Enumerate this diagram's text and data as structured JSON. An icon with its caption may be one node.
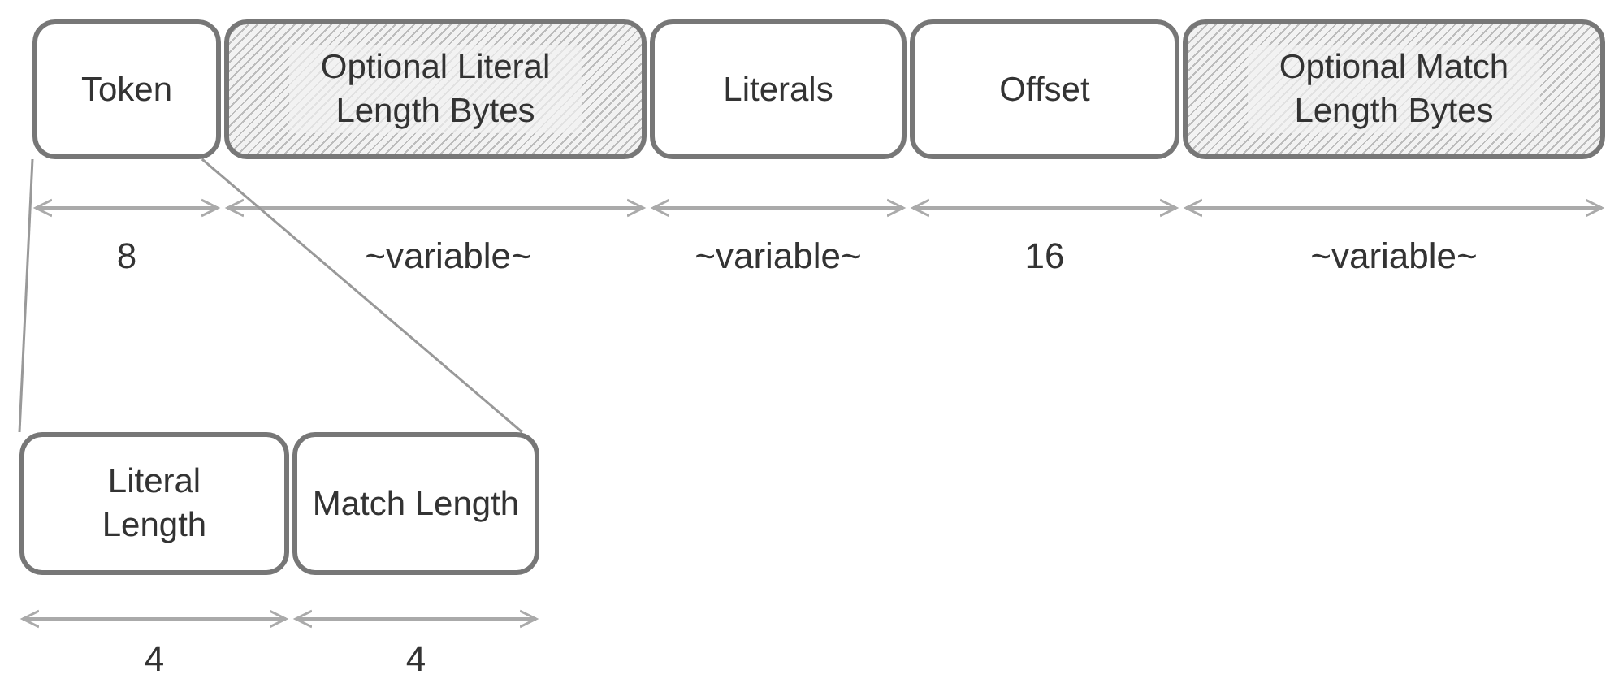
{
  "diagram": {
    "nodes": [
      {
        "text": [
          "Token"
        ]
      },
      {
        "text": [
          "Optional Literal Length Bytes"
        ]
      },
      {
        "text": [
          "Literals"
        ]
      },
      {
        "text": [
          "Offset"
        ]
      },
      {
        "text": [
          "Optional Match Length Bytes"
        ]
      },
      {
        "text": [
          "Literal Length"
        ]
      },
      {
        "text": [
          "Match Length"
        ]
      }
    ],
    "edges": [
      {
        "from": 0,
        "to": 5,
        "arrow": "none"
      },
      {
        "from": 0,
        "to": 6,
        "arrow": "none"
      }
    ],
    "labels": [
      "8",
      "~variable~",
      "~variable~",
      "16",
      "~variable~",
      "4",
      "4"
    ]
  }
}
